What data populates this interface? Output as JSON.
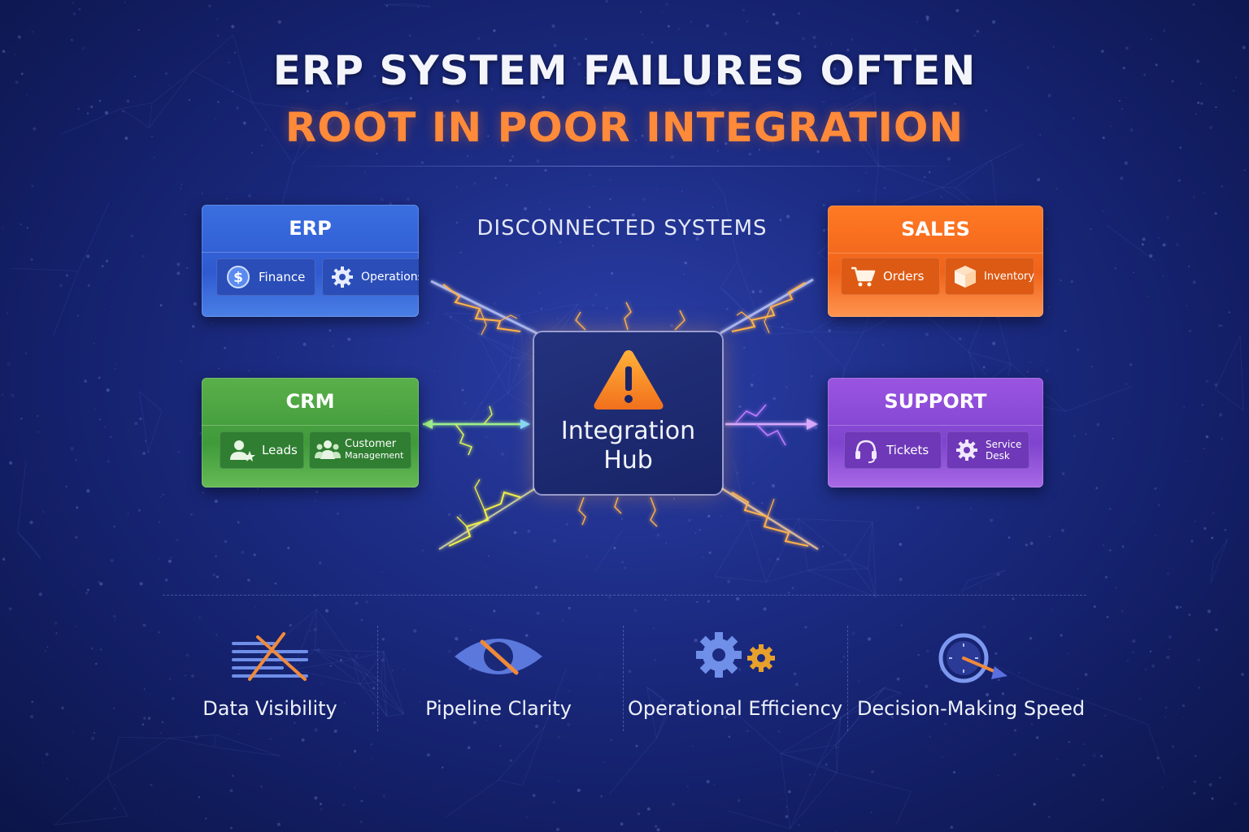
{
  "title": {
    "line1": "ERP SYSTEM FAILURES OFTEN",
    "line2": "ROOT IN POOR INTEGRATION"
  },
  "subtitle": "DISCONNECTED SYSTEMS",
  "hub": {
    "label": "Integration Hub",
    "icon": "warning-icon"
  },
  "systems": {
    "erp": {
      "title": "ERP",
      "color": "#3468de",
      "items": [
        {
          "label": "Finance",
          "icon": "dollar-icon"
        },
        {
          "label": "Operations",
          "icon": "gear-icon"
        }
      ]
    },
    "crm": {
      "title": "CRM",
      "color": "#4ea844",
      "items": [
        {
          "label": "Leads",
          "icon": "user-star-icon"
        },
        {
          "label1": "Customer",
          "label2": "Management",
          "icon": "users-icon"
        }
      ]
    },
    "sales": {
      "title": "SALES",
      "color": "#f7701f",
      "items": [
        {
          "label": "Orders",
          "icon": "cart-icon"
        },
        {
          "label": "Inventory",
          "icon": "box-icon"
        }
      ]
    },
    "support": {
      "title": "SUPPORT",
      "color": "#8d4dd8",
      "items": [
        {
          "label": "Tickets",
          "icon": "headset-icon"
        },
        {
          "label1": "Service",
          "label2": "Desk",
          "icon": "gear-icon"
        }
      ]
    }
  },
  "metrics": [
    {
      "label": "Data Visibility",
      "icon": "crossed-bars-icon"
    },
    {
      "label": "Pipeline Clarity",
      "icon": "hidden-eye-icon"
    },
    {
      "label": "Operational Efficiency",
      "icon": "gears-icon"
    },
    {
      "label": "Decision-Making Speed",
      "icon": "clock-arrow-icon"
    }
  ]
}
